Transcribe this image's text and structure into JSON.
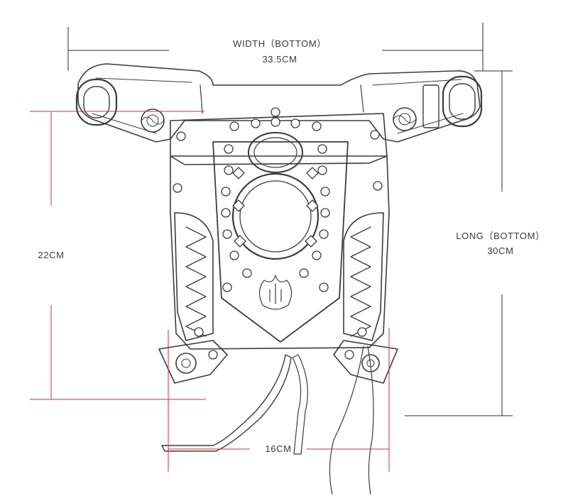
{
  "dimensions": {
    "width_bottom": {
      "label": "WIDTH（BOTTOM）",
      "value": "33.5CM"
    },
    "height": {
      "value": "22CM"
    },
    "long_bottom": {
      "label": "LONG（BOTTOM）",
      "value": "30CM"
    },
    "depth": {
      "value": "16CM"
    }
  },
  "colors": {
    "black_guide": "#2b2b2b",
    "red_guide": "#c8323a",
    "sketch": "#3c3c3c"
  }
}
